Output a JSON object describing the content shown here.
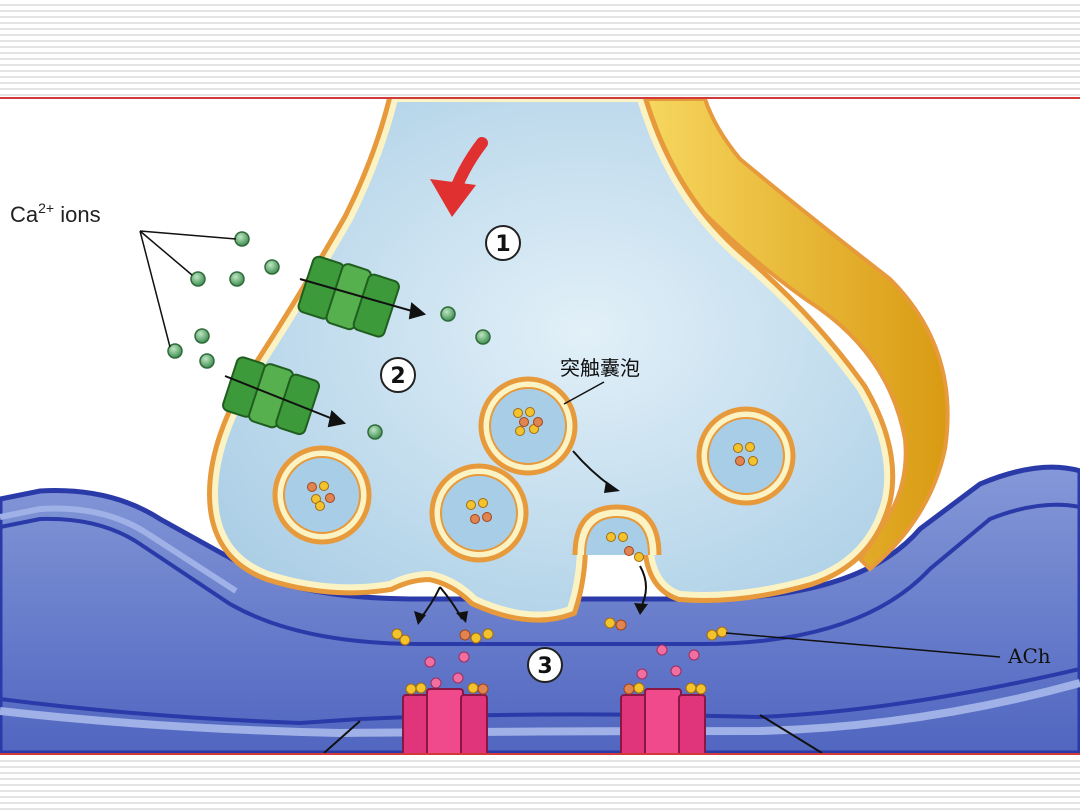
{
  "labels": {
    "ca_ions_base": "Ca",
    "ca_ions_sup": "2+",
    "ca_ions_suffix": " ions",
    "vesicle": "突触囊泡",
    "ach": "ACh"
  },
  "steps": [
    "1",
    "2",
    "3"
  ],
  "colors": {
    "cytoplasm": "#bcd9ec",
    "membrane_orange": "#e79a3c",
    "membrane_cream": "#fbf3c4",
    "glia_yellow": "#f2c32c",
    "postsynaptic_fill": "#5f78c8",
    "postsynaptic_edge": "#2a3aa8",
    "ca_channel": "#3d9a3a",
    "ca_ion": "#5aa86a",
    "receptor": "#e0357a",
    "arrow_red": "#e03030"
  }
}
